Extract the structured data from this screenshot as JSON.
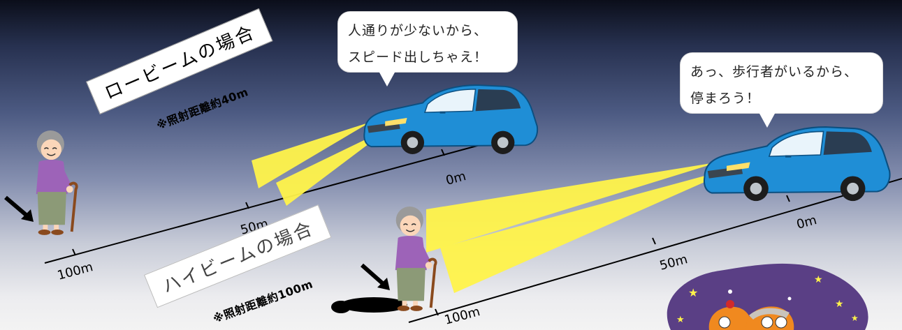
{
  "low_beam": {
    "title": "ロービームの場合",
    "note": "※照射距離約40m",
    "speech": [
      "人通りが少ないから、",
      "スピード出しちゃえ！"
    ],
    "distances": [
      "100m",
      "50m",
      "0m"
    ]
  },
  "high_beam": {
    "title": "ハイビームの場合",
    "note": "※照射距離約100m",
    "speech": [
      "あっ、歩行者がいるから、",
      "停まろう！"
    ],
    "distances": [
      "100m",
      "50m",
      "0m"
    ]
  },
  "colors": {
    "beam": "#fff34a",
    "car_body": "#1f8ed6",
    "sky_top": "#0b0e1a",
    "ground": "#f0f0f0",
    "badge_bg": "#5a3f85"
  },
  "icons": [
    "pedestrian-elderly-woman",
    "blue-hatchback-car",
    "arrow-icon",
    "owl-mascot-icon",
    "star-icon"
  ]
}
